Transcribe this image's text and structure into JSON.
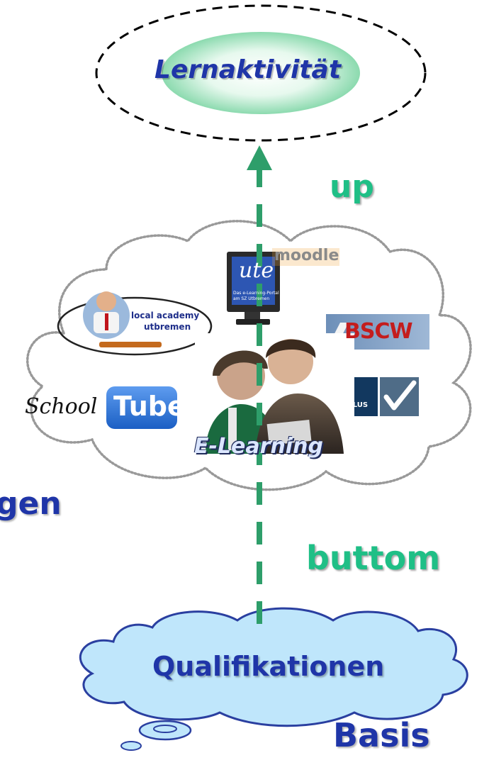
{
  "diagram": {
    "top_goal": "Lernaktivität",
    "up_label": "up",
    "bottom_label": "buttom",
    "base_cloud": "Qualifikationen",
    "basis_label": "Basis",
    "left_fragment": "gen",
    "tools": {
      "moodle": "moodle",
      "ute_logo": "ute",
      "ute_caption_1": "Das e-Learning-Portal",
      "ute_caption_2": "am SZ Utbremen",
      "local_academy_1": "local academy",
      "local_academy_2": "utbremen",
      "bscw": "BSCW",
      "lplus": "LPLUS",
      "school": "School",
      "tube": "Tube",
      "elearning": "E-Learning"
    }
  },
  "colors": {
    "arrow": "#2e9e6a",
    "green_text": "#1fbf86",
    "navy_text": "#1f35a8",
    "cloud_fill": "#bfe6fb",
    "cloud_stroke": "#2a3fa0"
  }
}
